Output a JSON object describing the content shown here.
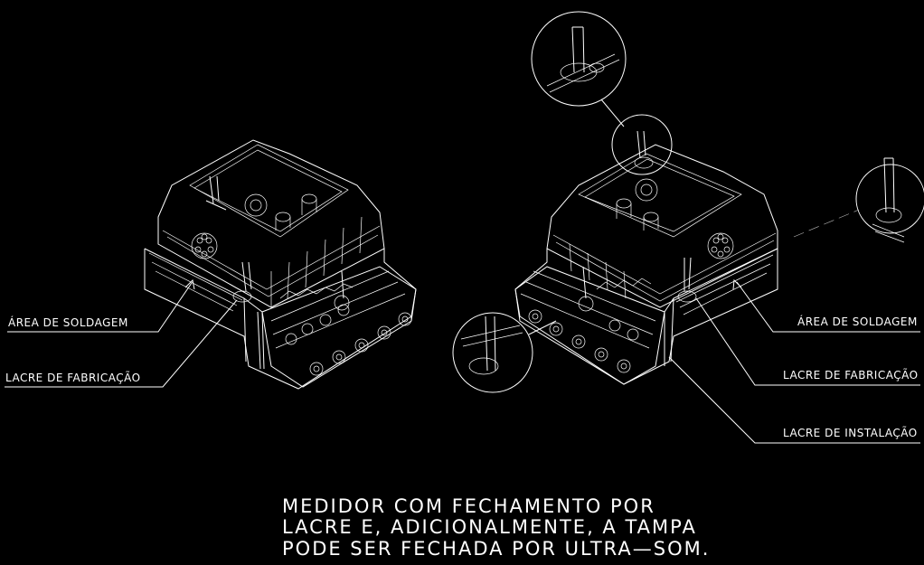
{
  "labels": {
    "left_weld_area": "ÁREA DE SOLDAGEM",
    "left_factory_seal": "LACRE DE FABRICAÇÃO",
    "right_weld_area": "ÁREA DE SOLDAGEM",
    "right_factory_seal": "LACRE DE FABRICAÇÃO",
    "right_install_seal": "LACRE DE INSTALAÇÃO"
  },
  "caption": {
    "line1": "MEDIDOR COM FECHAMENTO POR",
    "line2": "LACRE E, ADICIONALMENTE, A TAMPA",
    "line3": "PODE SER FECHADA POR ULTRA—SOM."
  },
  "colors": {
    "background": "#000000",
    "linework": "#ffffff"
  }
}
